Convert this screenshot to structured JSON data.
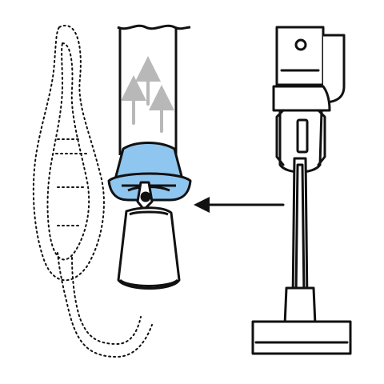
{
  "diagram": {
    "type": "vacuum-attachment-illustration",
    "colors": {
      "outline": "#111111",
      "accent_fill": "#8fc6ef",
      "arrow_light": "#b8b8b8",
      "background": "#ffffff"
    },
    "icons": {
      "flow_arrows": "airflow-up-arrows",
      "pointer": "left-arrow",
      "vacuum": "stick-vacuum"
    }
  }
}
